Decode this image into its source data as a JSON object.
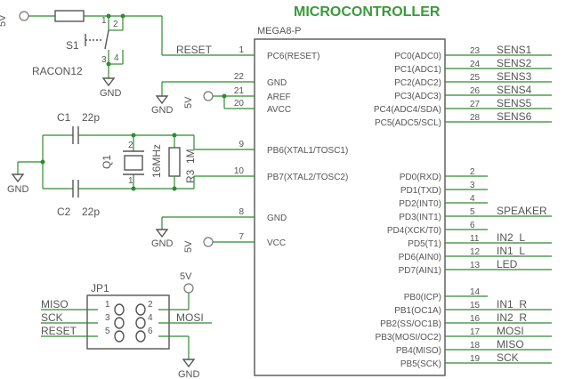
{
  "title": "MICROCONTROLLER",
  "chip": {
    "name": "MEGA8-P",
    "left_pins": [
      {
        "num": "1",
        "name": "PC6(RESET)"
      },
      {
        "num": "22",
        "name": "GND"
      },
      {
        "num": "21",
        "name": "AREF"
      },
      {
        "num": "20",
        "name": "AVCC"
      },
      {
        "num": "9",
        "name": "PB6(XTAL1/TOSC1)"
      },
      {
        "num": "10",
        "name": "PB7(XTAL2/TOSC2)"
      },
      {
        "num": "8",
        "name": "GND"
      },
      {
        "num": "7",
        "name": "VCC"
      }
    ],
    "right_pins": [
      {
        "num": "23",
        "name": "PC0(ADC0)",
        "net": "SENS1"
      },
      {
        "num": "24",
        "name": "PC1(ADC1)",
        "net": "SENS2"
      },
      {
        "num": "25",
        "name": "PC2(ADC2)",
        "net": "SENS3"
      },
      {
        "num": "26",
        "name": "PC3(ADC3)",
        "net": "SENS4"
      },
      {
        "num": "27",
        "name": "PC4(ADC4/SDA)",
        "net": "SENS5"
      },
      {
        "num": "28",
        "name": "PC5(ADC5/SCL)",
        "net": "SENS6"
      },
      {
        "num": "2",
        "name": "PD0(RXD)",
        "net": ""
      },
      {
        "num": "3",
        "name": "PD1(TXD)",
        "net": ""
      },
      {
        "num": "4",
        "name": "PD2(INT0)",
        "net": ""
      },
      {
        "num": "5",
        "name": "PD3(INT1)",
        "net": "SPEAKER"
      },
      {
        "num": "6",
        "name": "PD4(XCK/T0)",
        "net": ""
      },
      {
        "num": "11",
        "name": "PD5(T1)",
        "net": "IN2_L"
      },
      {
        "num": "12",
        "name": "PD6(AIN0)",
        "net": "IN1_L"
      },
      {
        "num": "13",
        "name": "PD7(AIN1)",
        "net": "LED"
      },
      {
        "num": "14",
        "name": "PB0(ICP)",
        "net": ""
      },
      {
        "num": "15",
        "name": "PB1(OC1A)",
        "net": "IN1_R"
      },
      {
        "num": "16",
        "name": "PB2(SS/OC1B)",
        "net": "IN2_R"
      },
      {
        "num": "17",
        "name": "PB3(MOSI/OC2)",
        "net": "MOSI"
      },
      {
        "num": "18",
        "name": "PB4(MISO)",
        "net": "MISO"
      },
      {
        "num": "19",
        "name": "PB5(SCK)",
        "net": "SCK"
      }
    ]
  },
  "labels": {
    "supply_5v": "5V",
    "gnd": "GND",
    "reset_net": "RESET",
    "switch_ref": "S1",
    "switch_part": "RACON12",
    "switch_pin_1": "1",
    "switch_pin_2": "2",
    "switch_pin_3": "3",
    "switch_pin_4": "4",
    "cap1_ref": "C1",
    "cap1_value": "22p",
    "cap2_ref": "C2",
    "cap2_value": "22p",
    "crystal_ref": "Q1",
    "crystal_value": "16MHz",
    "crystal_pin_1": "1",
    "crystal_pin_2": "2",
    "res3_ref": "R3",
    "res3_value": "1M",
    "header_ref": "JP1",
    "header_pins": [
      "1",
      "2",
      "3",
      "4",
      "5",
      "6"
    ],
    "header_left_nets": [
      "MISO",
      "SCK",
      "RESET"
    ],
    "header_right_net": "MOSI"
  }
}
